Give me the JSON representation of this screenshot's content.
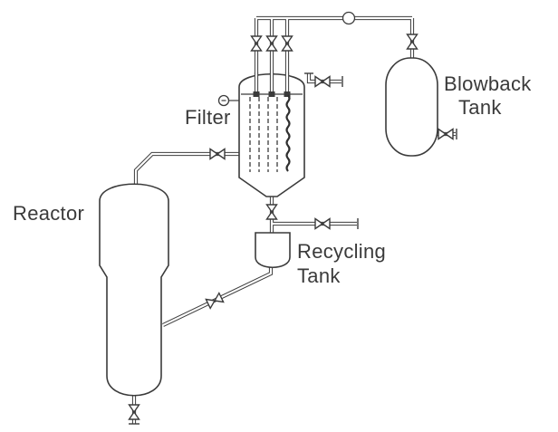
{
  "diagram": {
    "type": "process-flow-diagram",
    "background": "#ffffff",
    "line_color": "#3b3b3b",
    "text_color": "#3a3a3a",
    "valve_count": 11
  },
  "labels": {
    "reactor": "Reactor",
    "filter": "Filter",
    "blowback_line1": "Blowback",
    "blowback_line2": "Tank",
    "recycling_line1": "Recycling",
    "recycling_line2": "Tank"
  },
  "equipment": [
    "Reactor",
    "Filter",
    "Blowback Tank",
    "Recycling Tank"
  ],
  "symbols": {
    "valve": "bowtie-valve",
    "instrument": "circle-gauge",
    "inline_element": "inline-circle",
    "filter_internals": "dashed-filter-candles",
    "open_end": "flange-tick"
  }
}
